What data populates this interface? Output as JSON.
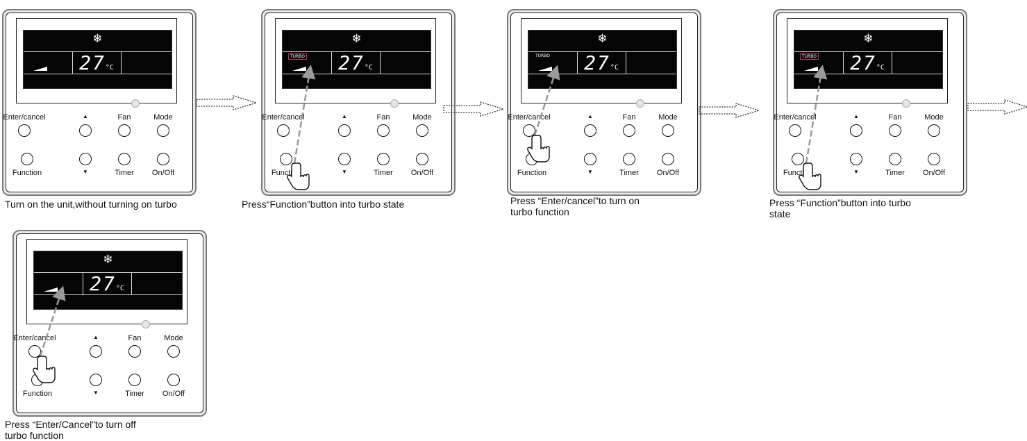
{
  "lcd": {
    "snowflake_icon": "snowflake-icon",
    "temperature": "27",
    "unit": "°C",
    "turbo_indicator": "TURBO"
  },
  "buttons": {
    "enter_cancel": "Enter/cancel",
    "up": "▲",
    "fan": "Fan",
    "mode": "Mode",
    "function": "Function",
    "down": "▼",
    "timer": "Timer",
    "on_off": "On/Off"
  },
  "steps": [
    {
      "caption": "Turn on the unit,without turning on turbo",
      "turbo_shown": "none",
      "press": "none"
    },
    {
      "caption": "Press“Function”button into turbo state",
      "turbo_shown": "boxed",
      "press": "function"
    },
    {
      "caption": "Press “Enter/cancel”to turn on\nturbo function",
      "turbo_shown": "plain",
      "press": "enter"
    },
    {
      "caption": "Press “Function”button into turbo\nstate",
      "turbo_shown": "boxed",
      "press": "function"
    },
    {
      "caption": "Press “Enter/Cancel”to turn off\nturbo function",
      "turbo_shown": "none",
      "press": "enter"
    }
  ],
  "colors": {
    "turbo_box": "#c0306a",
    "pointer_arrow": "#9a9a9a",
    "lcd_background": "#050505"
  }
}
